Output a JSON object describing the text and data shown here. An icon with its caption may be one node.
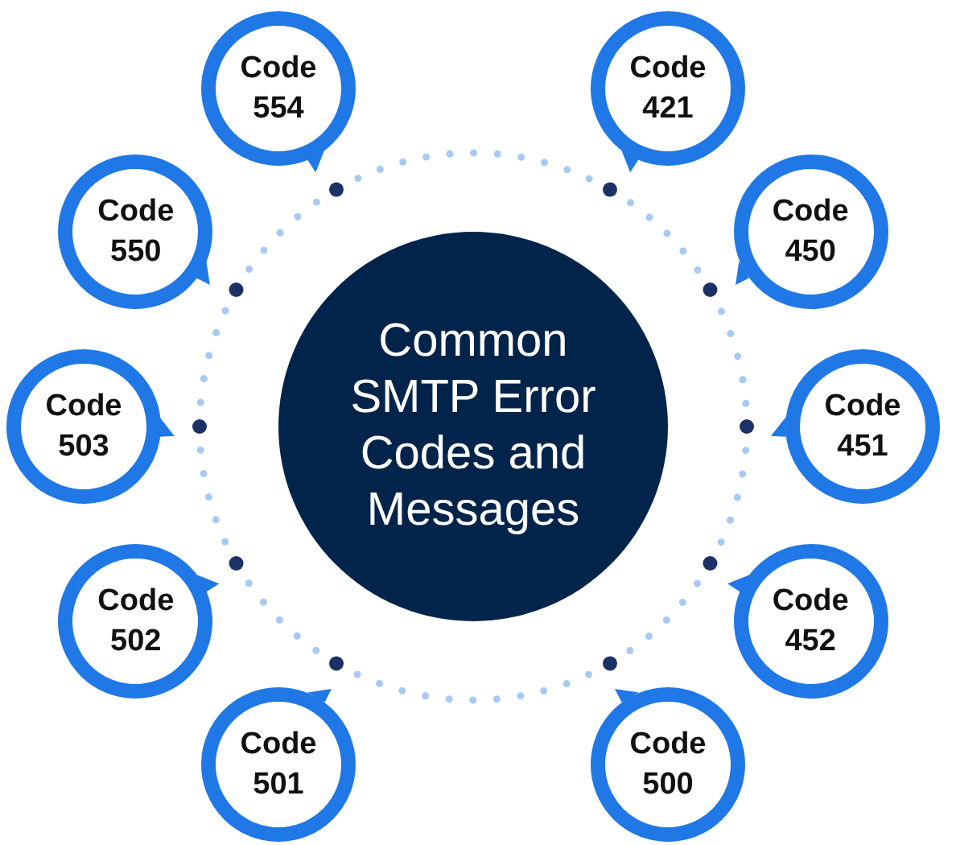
{
  "diagram": {
    "nodes": [
      {
        "text": [
          "Common SMTP Error Codes and Messages"
        ]
      },
      {
        "text": [
          "Code 554"
        ]
      },
      {
        "text": [
          "Code 421"
        ]
      },
      {
        "text": [
          "Code 550"
        ]
      },
      {
        "text": [
          "Code 450"
        ]
      },
      {
        "text": [
          "Code 503"
        ]
      },
      {
        "text": [
          "Code 451"
        ]
      },
      {
        "text": [
          "Code 502"
        ]
      },
      {
        "text": [
          "Code 452"
        ]
      },
      {
        "text": [
          "Code 501"
        ]
      },
      {
        "text": [
          "Code 500"
        ]
      }
    ]
  }
}
